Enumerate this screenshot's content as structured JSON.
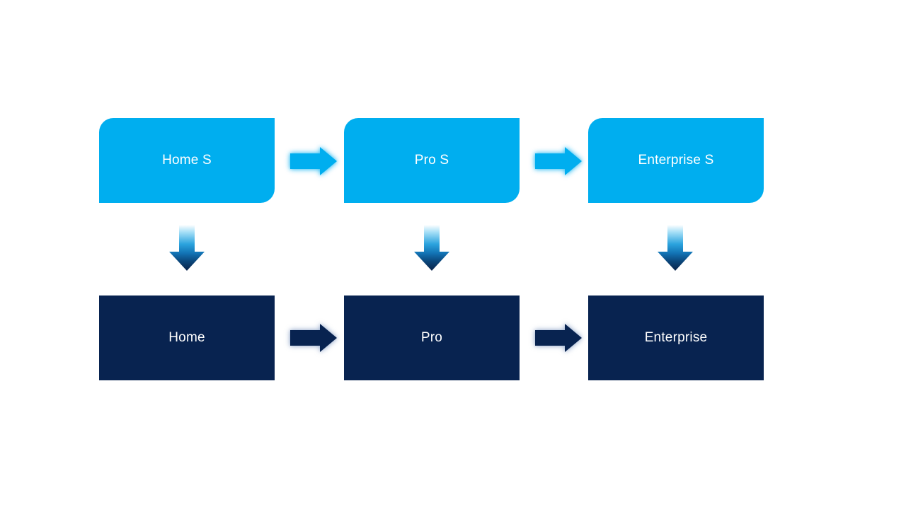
{
  "colors": {
    "background": "#FFFFFF",
    "light-blue": "#00AEEF",
    "dark-navy": "#082350",
    "box-text": "#FFFFFF",
    "down-arrow-gradient-top": "#FFFFFF",
    "down-arrow-gradient-mid": "#2BA3DE",
    "down-arrow-gradient-bottom": "#0A2248"
  },
  "top_row": {
    "items": [
      {
        "label": "Home S"
      },
      {
        "label": "Pro S"
      },
      {
        "label": "Enterprise S"
      }
    ]
  },
  "bottom_row": {
    "items": [
      {
        "label": "Home"
      },
      {
        "label": "Pro"
      },
      {
        "label": "Enterprise"
      }
    ]
  },
  "icons": {
    "right_arrow": "right-arrow",
    "down_arrow": "down-arrow"
  }
}
